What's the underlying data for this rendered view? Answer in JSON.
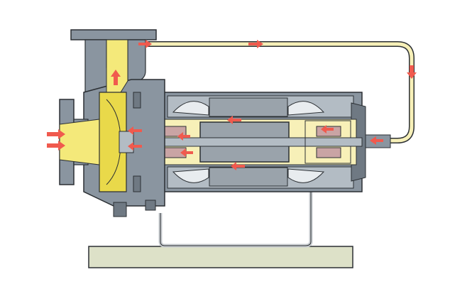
{
  "colors": {
    "background": "#ffffff",
    "casing": "#8a95a0",
    "casing_dark": "#6f7983",
    "casing_light": "#b3bcc4",
    "stator_core": "#9aa3ab",
    "fluid": "#f4e97a",
    "fluid_dark": "#e9d94a",
    "fluid_light": "#f7f0b8",
    "flow_arrow": "#f05a4e",
    "base": "#dde1c8",
    "outline": "#2b2f33",
    "bearing": "#c9a4a4",
    "winding": "#e8ecef",
    "frame": "#c8ccd0"
  },
  "components": [
    {
      "name": "discharge-flange",
      "icon": "discharge-nozzle"
    },
    {
      "name": "suction-inlet",
      "icon": "suction-nozzle"
    },
    {
      "name": "impeller",
      "icon": "impeller"
    },
    {
      "name": "motor-stator",
      "icon": "stator"
    },
    {
      "name": "motor-rotor",
      "icon": "rotor"
    },
    {
      "name": "circulation-pipe",
      "icon": "pipe"
    },
    {
      "name": "rear-bearing",
      "icon": "bearing"
    },
    {
      "name": "support-frame",
      "icon": "frame"
    },
    {
      "name": "base-plate",
      "icon": "base"
    }
  ]
}
